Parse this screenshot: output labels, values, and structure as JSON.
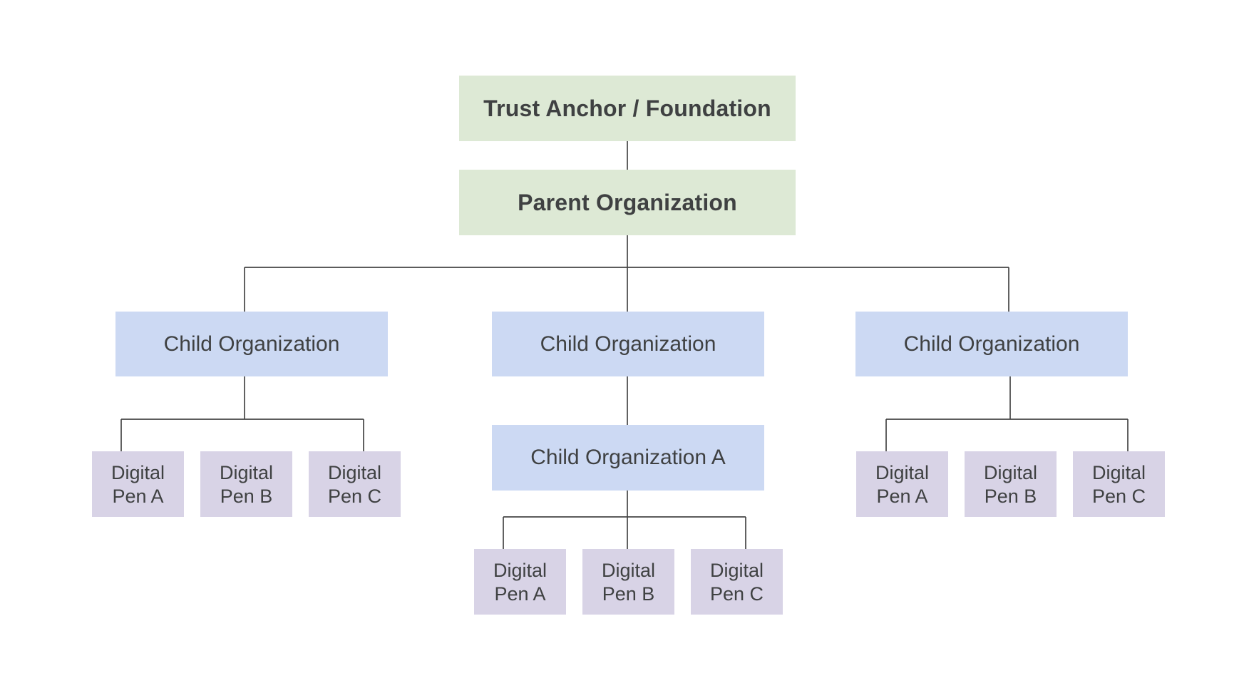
{
  "diagram": {
    "root": {
      "label": "Trust Anchor / Foundation",
      "color": "#dde9d5"
    },
    "parent": {
      "label": "Parent Organization",
      "color": "#dde9d5"
    },
    "children": [
      {
        "label": "Child Organization",
        "pens": [
          "Digital\nPen A",
          "Digital\nPen B",
          "Digital\nPen C"
        ]
      },
      {
        "label": "Child Organization",
        "sub_child": {
          "label": "Child Organization A",
          "pens": [
            "Digital\nPen A",
            "Digital\nPen B",
            "Digital\nPen C"
          ]
        }
      },
      {
        "label": "Child Organization",
        "pens": [
          "Digital\nPen A",
          "Digital\nPen B",
          "Digital\nPen C"
        ]
      }
    ],
    "colors": {
      "organization_top": "#dde9d5",
      "child_organization": "#ccd9f3",
      "digital_pen": "#d8d3e6",
      "connector": "#454545",
      "text": "#3f4142"
    }
  }
}
